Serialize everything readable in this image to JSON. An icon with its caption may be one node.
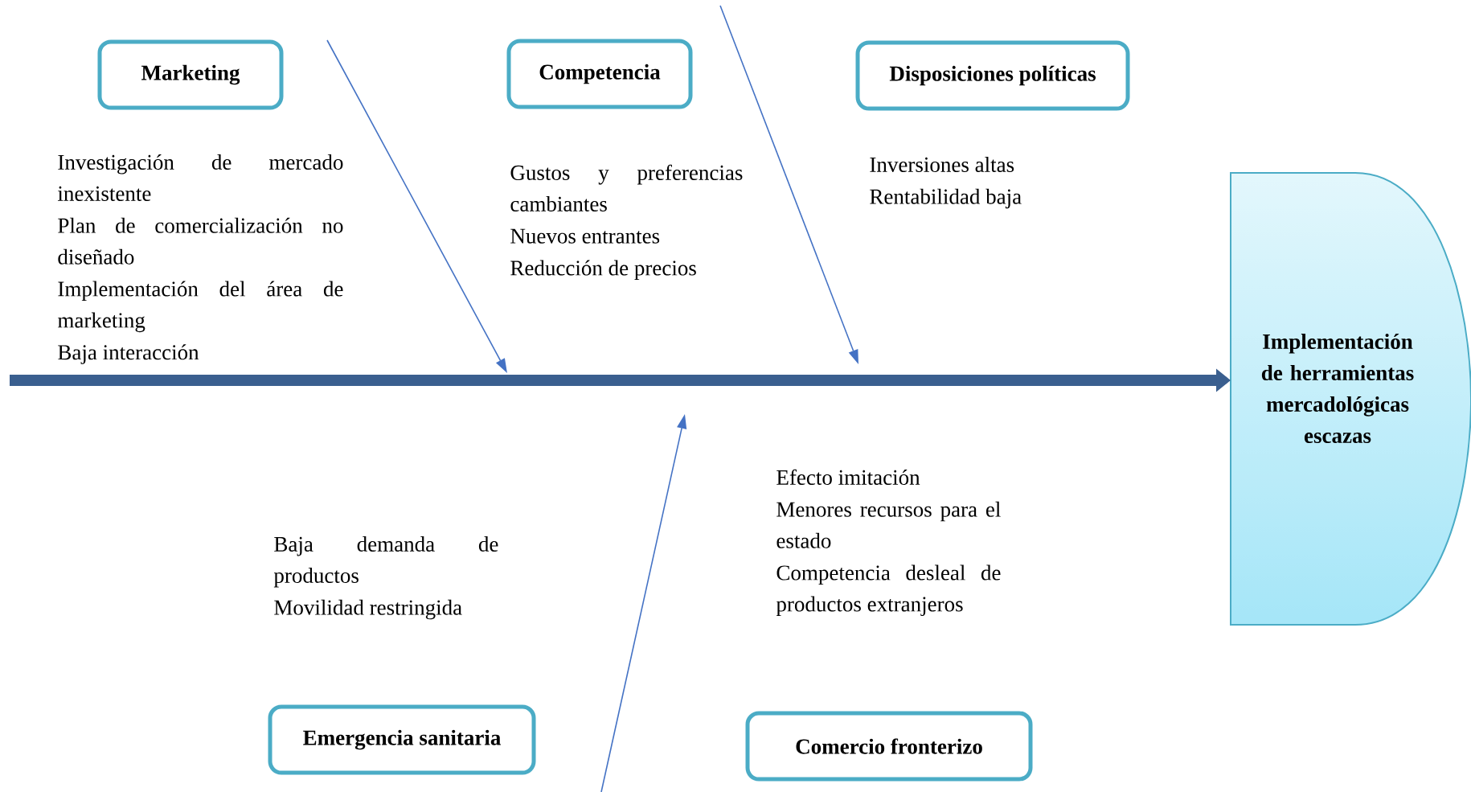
{
  "diagram": {
    "nodes": [
      {
        "text": [
          "Marketing"
        ],
        "beside": [
          "Investigación de mercado inexistente",
          "Plan de comercialización no diseñado",
          "Implementación del área de marketing",
          "Baja interacción"
        ]
      },
      {
        "text": [
          "Competencia"
        ],
        "beside": [
          "Gustos y preferencias cambiantes",
          "Nuevos entrantes",
          "Reducción de precios"
        ]
      },
      {
        "text": [
          "Disposiciones políticas"
        ],
        "beside": [
          "Inversiones altas",
          "Rentabilidad baja"
        ]
      },
      {
        "text": [
          "Emergencia sanitaria"
        ],
        "beside": [
          "Baja demanda de productos",
          "Movilidad restringida"
        ]
      },
      {
        "text": [
          "Comercio fronterizo"
        ],
        "beside": [
          "Efecto imitación",
          "Menores recursos para el estado",
          "Competencia desleal de productos extranjeros"
        ]
      },
      {
        "text": [
          "Implementación de herramientas mercadológicas escazas"
        ]
      }
    ],
    "edges": [
      {
        "from": null,
        "to": 5,
        "arrow": "to",
        "color": "#3a5f8f"
      }
    ]
  }
}
